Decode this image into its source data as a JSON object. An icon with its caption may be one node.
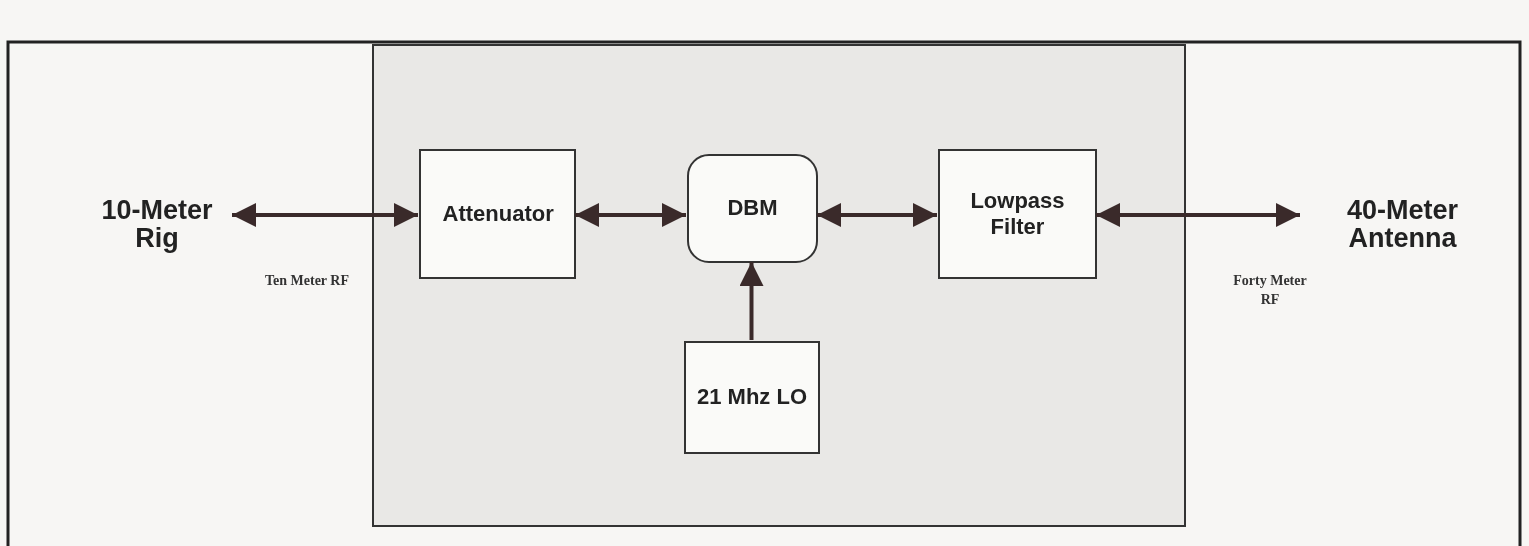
{
  "diagram": {
    "nodes": [
      {
        "text": [
          "10-Meter Rig"
        ]
      },
      {
        "text": [],
        "shape": "box"
      },
      {
        "text": [
          "Attenuator"
        ],
        "in": 1
      },
      {
        "text": [
          "DBM"
        ],
        "in": 1
      },
      {
        "text": [
          "Lowpass Filter"
        ],
        "in": 1
      },
      {
        "text": [
          "21 Mhz LO"
        ],
        "in": 1
      },
      {
        "text": [
          "40-Meter Antenna"
        ]
      }
    ],
    "edges": [
      {
        "from": 0,
        "to": 2,
        "arrow": "both"
      },
      {
        "from": 2,
        "to": 3,
        "arrow": "both"
      },
      {
        "from": 3,
        "to": 4,
        "arrow": "both"
      },
      {
        "from": 5,
        "to": 3,
        "arrow": "to"
      },
      {
        "from": 4,
        "to": 6,
        "arrow": "both"
      }
    ],
    "labels": [
      "Ten Meter RF",
      "Forty Meter RF"
    ]
  }
}
